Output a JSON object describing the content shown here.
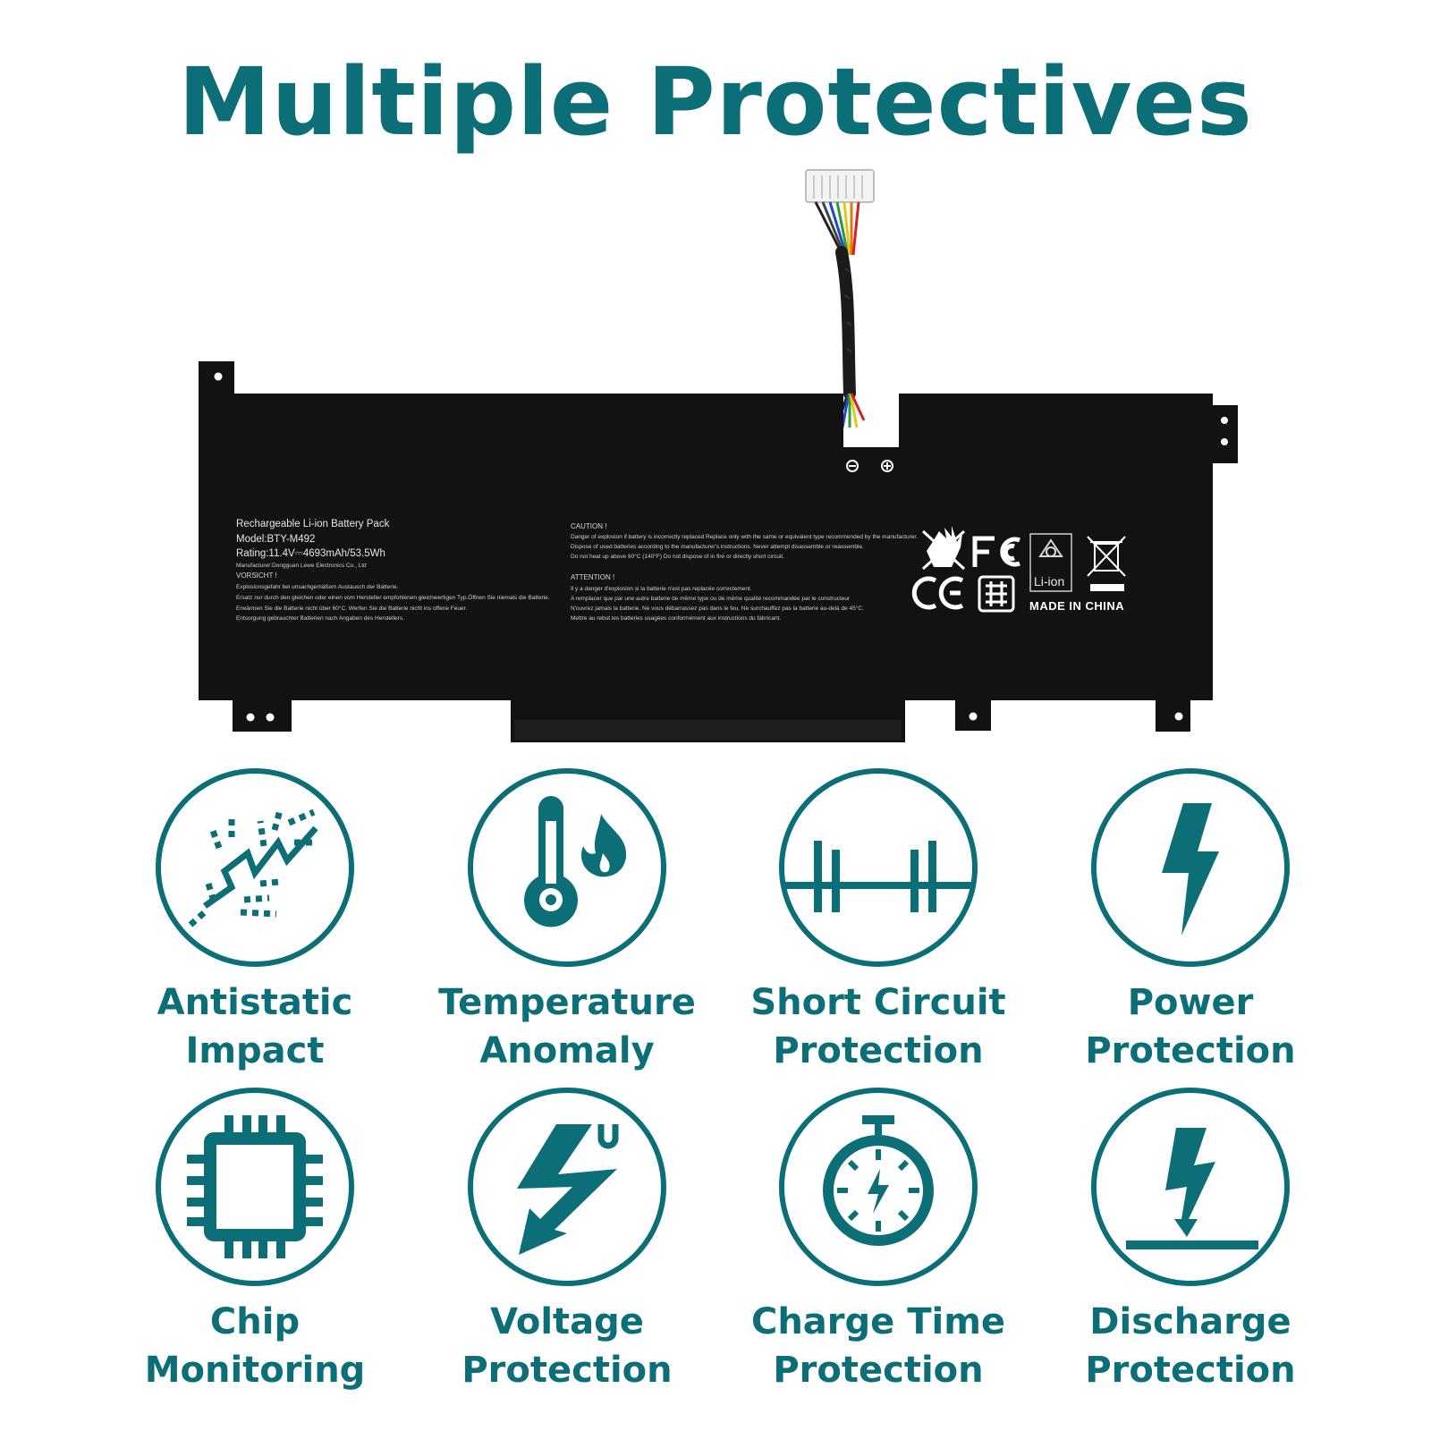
{
  "title": "Multiple Protectives",
  "colors": {
    "teal": "#0c6e77",
    "battery": "#121212"
  },
  "battery_label": {
    "product": "Rechargeable Li-ion Battery Pack",
    "model": "Model:BTY-M492",
    "rating": "Rating:11.4V⎓4693mAh/53.5Wh",
    "manufacturer": "Manufacturer:Dongguan Lewe Electronics Co., Ltd",
    "vorsicht_heading": "VORSICHT !",
    "vorsicht_lines": [
      "Explosionsgefahr bei unsachgemäßem Austausch der Batterie.",
      "Ersatz nur durch den gleichen oder einen vom Hersteller empfohlenen gleichwertigen Typ.Öffnen Sie niemals die Batterie.",
      "Erwärmen Sie die Batterie nicht über 60°C. Werfen Sie die Batterie nicht ins offene Feuer.",
      "Entsorgung gebrauchter Batterien nach Angaben des Herstellers."
    ],
    "caution_heading": "CAUTION !",
    "caution_lines": [
      "Danger of explosion if battery is incorrectly replaced Replace only with the same or equivalent type recommended by the manufacturer.",
      "Dispose of used batteries according to the manufacturer's instructions. Never attempt disassemble or reassemble.",
      "Do not heat up above 60°C (140°F) Do not dispose of in fire or directly short circuit."
    ],
    "attention_heading": "ATTENTION !",
    "attention_lines": [
      "Il y a danger d'explosion si la batterie n'est pas replacée correctement.",
      "A remplacer que par une autre batterie de même type ou de même qualité recommandée par le constructeur",
      "N'ouvrez jamais la batterie. Ne vous débarrassez pas dans le feu. Ne surchauffez pas la batterie au-delà de 45°C.",
      "Mettre au rebut les batteries usagées conformément aux instructions du fabricant."
    ],
    "li_ion": "Li-ion",
    "made_in": "MADE IN CHINA",
    "terminal_minus": "−",
    "terminal_plus": "+"
  },
  "features": [
    {
      "icon": "antistatic-icon",
      "line1": "Antistatic",
      "line2": "Impact"
    },
    {
      "icon": "thermometer-flame-icon",
      "line1": "Temperature",
      "line2": "Anomaly"
    },
    {
      "icon": "short-circuit-icon",
      "line1": "Short Circuit",
      "line2": "Protection"
    },
    {
      "icon": "lightning-bolt-icon",
      "line1": "Power",
      "line2": "Protection"
    },
    {
      "icon": "chip-icon",
      "line1": "Chip",
      "line2": "Monitoring"
    },
    {
      "icon": "voltage-bolt-icon",
      "line1": "Voltage",
      "line2": "Protection"
    },
    {
      "icon": "stopwatch-bolt-icon",
      "line1": "Charge Time",
      "line2": "Protection"
    },
    {
      "icon": "discharge-bolt-icon",
      "line1": "Discharge",
      "line2": "Protection"
    }
  ]
}
